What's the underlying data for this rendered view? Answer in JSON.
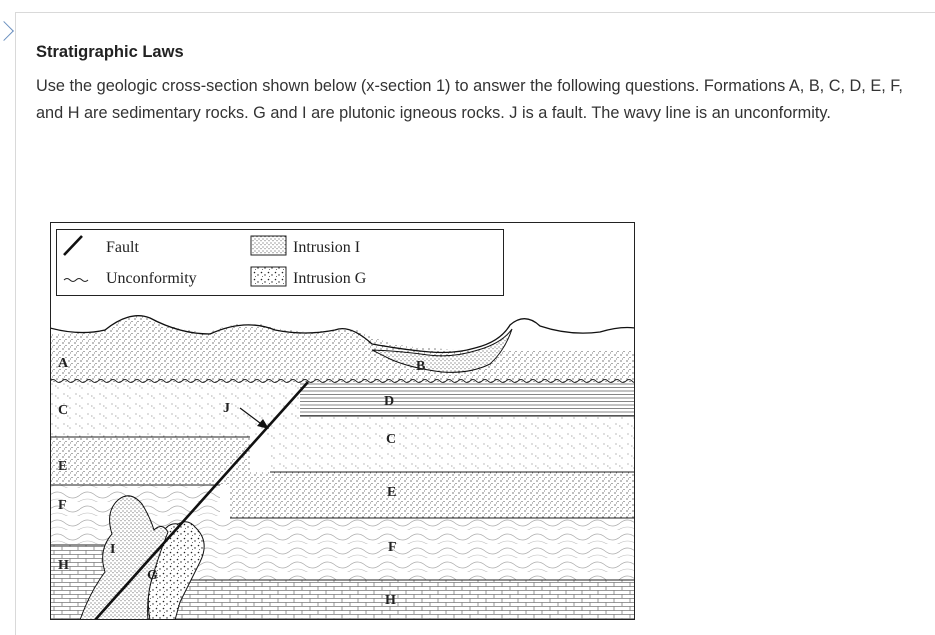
{
  "question": {
    "title": "Stratigraphic Laws",
    "body": "Use the geologic cross-section shown below (x-section 1) to answer the following questions. Formations A, B, C, D, E, F, and H are sedimentary rocks. G and I are plutonic igneous rocks. J is a fault. The wavy line is an unconformity."
  },
  "legend": {
    "fault": "Fault",
    "unconformity": "Unconformity",
    "intrusion_i": "Intrusion I",
    "intrusion_g": "Intrusion G"
  },
  "labels": {
    "left": [
      "A",
      "C",
      "E",
      "F",
      "H"
    ],
    "right": [
      "D",
      "C",
      "E",
      "F",
      "H"
    ],
    "top": "B",
    "fault": "J",
    "intrusion_i": "I",
    "intrusion_g": "G"
  },
  "colors": {
    "text": "#333333",
    "nav_accent": "#6a8fbf",
    "ink": "#111111"
  }
}
